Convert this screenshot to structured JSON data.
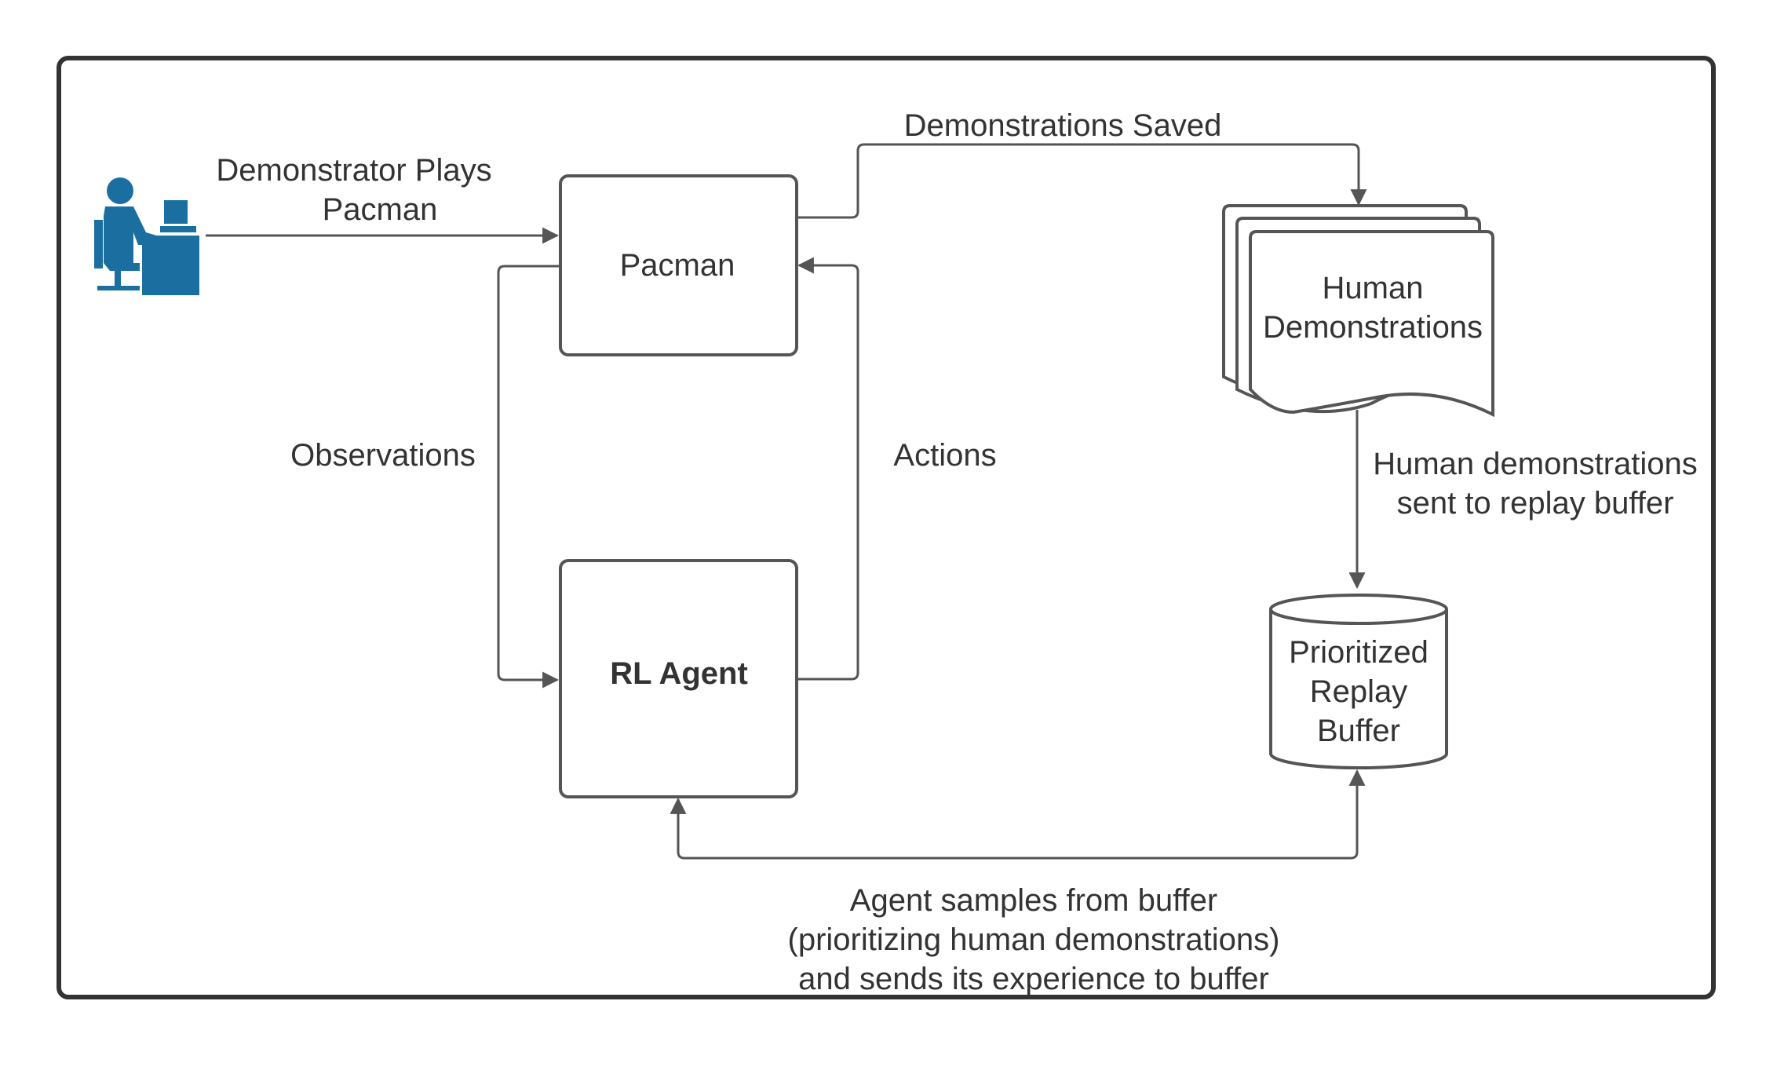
{
  "nodes": {
    "pacman": {
      "label": "Pacman"
    },
    "rl_agent": {
      "label": "RL Agent"
    },
    "human_demonstrations": {
      "line1": "Human",
      "line2": "Demonstrations"
    },
    "replay_buffer": {
      "line1": "Prioritized",
      "line2": "Replay",
      "line3": "Buffer"
    }
  },
  "edges": {
    "demonstrator_plays": {
      "line1": "Demonstrator Plays",
      "line2": "Pacman"
    },
    "demonstrations_saved": {
      "label": "Demonstrations Saved"
    },
    "observations": {
      "label": "Observations"
    },
    "actions": {
      "label": "Actions"
    },
    "sent_to_buffer": {
      "line1": "Human demonstrations",
      "line2": "sent to replay buffer"
    },
    "agent_samples": {
      "line1": "Agent samples from buffer",
      "line2": "(prioritizing human demonstrations)",
      "line3": "and sends its experience to buffer"
    }
  },
  "icons": {
    "demonstrator": "person-at-computer-icon",
    "demonstrator_color": "#1a6fa0"
  },
  "colors": {
    "stroke": "#555555",
    "text": "#333333",
    "frame": "#333333",
    "icon": "#1a6fa0"
  }
}
